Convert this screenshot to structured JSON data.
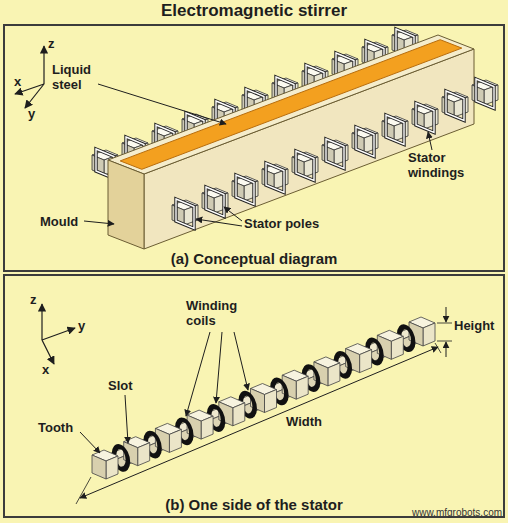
{
  "diagram": {
    "title": "Electromagnetic stirrer",
    "nodes": [
      {
        "text": [
          "(a) Conceptual diagram"
        ]
      },
      {
        "text": [
          "(b) One side of the stator"
        ]
      }
    ],
    "labels": [
      "z",
      "x",
      "y",
      "Liquid steel",
      "Stator windings",
      "Mould",
      "Stator poles",
      "z",
      "y",
      "x",
      "Winding coils",
      "Height",
      "Slot",
      "Tooth",
      "Width",
      "www.mfgrobots.com"
    ]
  }
}
